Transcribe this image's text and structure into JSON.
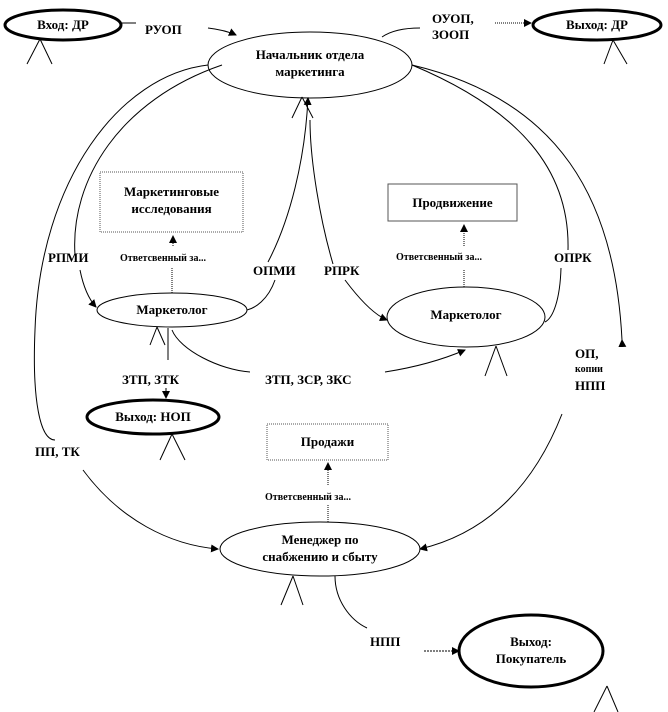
{
  "diagram": {
    "nodes": {
      "input_dr": "Вход: ДР",
      "output_dr": "Выход: ДР",
      "head": [
        "Начальник отдела",
        "маркетинга"
      ],
      "research_box": [
        "Маркетинговые",
        "исследования"
      ],
      "promotion_box": "Продвижение",
      "marketer_left": "Маркетолог",
      "marketer_right": "Маркетолог",
      "output_nop": "Выход: НОП",
      "sales_box": "Продажи",
      "manager": [
        "Менеджер по",
        "снабжению и сбыту"
      ],
      "output_buyer": [
        "Выход:",
        "Покупатель"
      ]
    },
    "edges": {
      "ruop": "РУОП",
      "ouop": [
        "ОУОП,",
        "ЗООП"
      ],
      "rpmi": "РПМИ",
      "opmi": "ОПМИ",
      "rprk": "РПРК",
      "oprk": "ОПРК",
      "resp_1": "Ответсвенный за...",
      "resp_2": "Ответсвенный за...",
      "resp_3": "Ответсвенный за...",
      "ztp_ztk": "ЗТП, ЗТК",
      "ztp_zsr_zks": "ЗТП, ЗСР, ЗКС",
      "op_copies": [
        "ОП,",
        "копии",
        "НПП"
      ],
      "pp_tk": "ПП, ТК",
      "npp": "НПП"
    }
  }
}
